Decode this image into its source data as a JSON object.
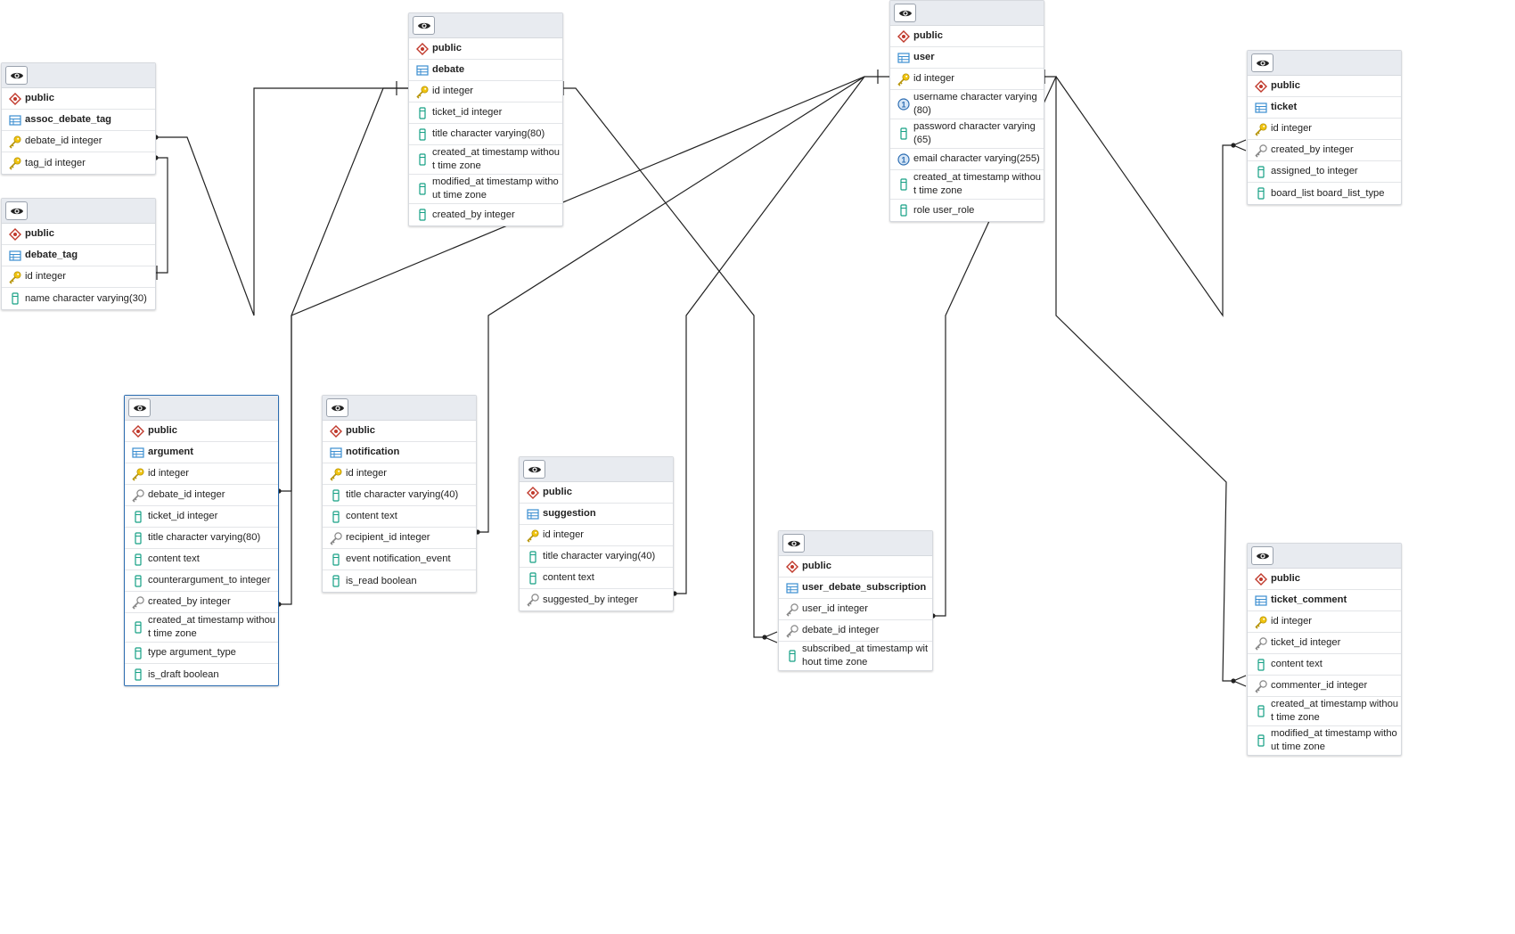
{
  "tables": [
    {
      "id": "assoc_debate_tag",
      "schema": "public",
      "name": "assoc_debate_tag",
      "selected": false,
      "columns": [
        {
          "name": "debate_id integer",
          "kind": "pk"
        },
        {
          "name": "tag_id integer",
          "kind": "pk"
        }
      ]
    },
    {
      "id": "debate_tag",
      "schema": "public",
      "name": "debate_tag",
      "selected": false,
      "columns": [
        {
          "name": "id integer",
          "kind": "pk"
        },
        {
          "name": "name character varying(30)",
          "kind": "col"
        }
      ]
    },
    {
      "id": "debate",
      "schema": "public",
      "name": "debate",
      "selected": false,
      "columns": [
        {
          "name": "id integer",
          "kind": "pk"
        },
        {
          "name": "ticket_id integer",
          "kind": "col"
        },
        {
          "name": "title character varying(80)",
          "kind": "col"
        },
        {
          "name": "created_at timestamp without time zone",
          "kind": "col"
        },
        {
          "name": "modified_at timestamp without time zone",
          "kind": "col"
        },
        {
          "name": "created_by integer",
          "kind": "col"
        }
      ]
    },
    {
      "id": "user",
      "schema": "public",
      "name": "user",
      "selected": false,
      "columns": [
        {
          "name": "id integer",
          "kind": "pk"
        },
        {
          "name": "username character varying(80)",
          "kind": "unique"
        },
        {
          "name": "password character varying(65)",
          "kind": "col"
        },
        {
          "name": "email character varying(255)",
          "kind": "unique"
        },
        {
          "name": "created_at timestamp without time zone",
          "kind": "col"
        },
        {
          "name": "role user_role",
          "kind": "col"
        }
      ]
    },
    {
      "id": "ticket",
      "schema": "public",
      "name": "ticket",
      "selected": false,
      "columns": [
        {
          "name": "id integer",
          "kind": "pk"
        },
        {
          "name": "created_by integer",
          "kind": "fk"
        },
        {
          "name": "assigned_to integer",
          "kind": "col"
        },
        {
          "name": "board_list board_list_type",
          "kind": "col"
        }
      ]
    },
    {
      "id": "argument",
      "schema": "public",
      "name": "argument",
      "selected": true,
      "columns": [
        {
          "name": "id integer",
          "kind": "pk"
        },
        {
          "name": "debate_id integer",
          "kind": "fk"
        },
        {
          "name": "ticket_id integer",
          "kind": "col"
        },
        {
          "name": "title character varying(80)",
          "kind": "col"
        },
        {
          "name": "content text",
          "kind": "col"
        },
        {
          "name": "counterargument_to integer",
          "kind": "col"
        },
        {
          "name": "created_by integer",
          "kind": "fk"
        },
        {
          "name": "created_at timestamp without time zone",
          "kind": "col"
        },
        {
          "name": "type argument_type",
          "kind": "col"
        },
        {
          "name": "is_draft boolean",
          "kind": "col"
        }
      ]
    },
    {
      "id": "notification",
      "schema": "public",
      "name": "notification",
      "selected": false,
      "columns": [
        {
          "name": "id integer",
          "kind": "pk"
        },
        {
          "name": "title character varying(40)",
          "kind": "col"
        },
        {
          "name": "content text",
          "kind": "col"
        },
        {
          "name": "recipient_id integer",
          "kind": "fk"
        },
        {
          "name": "event notification_event",
          "kind": "col"
        },
        {
          "name": "is_read boolean",
          "kind": "col"
        }
      ]
    },
    {
      "id": "suggestion",
      "schema": "public",
      "name": "suggestion",
      "selected": false,
      "columns": [
        {
          "name": "id integer",
          "kind": "pk"
        },
        {
          "name": "title character varying(40)",
          "kind": "col"
        },
        {
          "name": "content text",
          "kind": "col"
        },
        {
          "name": "suggested_by integer",
          "kind": "fk"
        }
      ]
    },
    {
      "id": "user_debate_subscription",
      "schema": "public",
      "name": "user_debate_subscription",
      "selected": false,
      "columns": [
        {
          "name": "user_id integer",
          "kind": "fk"
        },
        {
          "name": "debate_id integer",
          "kind": "fk"
        },
        {
          "name": "subscribed_at timestamp without time zone",
          "kind": "col"
        }
      ]
    },
    {
      "id": "ticket_comment",
      "schema": "public",
      "name": "ticket_comment",
      "selected": false,
      "columns": [
        {
          "name": "id integer",
          "kind": "pk"
        },
        {
          "name": "ticket_id integer",
          "kind": "fk"
        },
        {
          "name": "content text",
          "kind": "col"
        },
        {
          "name": "commenter_id integer",
          "kind": "fk"
        },
        {
          "name": "created_at timestamp without time zone",
          "kind": "col"
        },
        {
          "name": "modified_at timestamp without time zone",
          "kind": "col"
        }
      ]
    }
  ],
  "relations": [
    {
      "from": "assoc_debate_tag.debate_id",
      "to": "debate.id"
    },
    {
      "from": "assoc_debate_tag.tag_id",
      "to": "debate_tag.id"
    },
    {
      "from": "argument.debate_id",
      "to": "debate.id"
    },
    {
      "from": "argument.created_by",
      "to": "user.id"
    },
    {
      "from": "notification.recipient_id",
      "to": "user.id"
    },
    {
      "from": "suggestion.suggested_by",
      "to": "user.id"
    },
    {
      "from": "user_debate_subscription.debate_id",
      "to": "debate.id"
    },
    {
      "from": "user_debate_subscription.user_id",
      "to": "user.id"
    },
    {
      "from": "ticket.created_by",
      "to": "user.id"
    },
    {
      "from": "ticket_comment.commenter_id",
      "to": "user.id"
    }
  ],
  "icons": {
    "schema": "schema-icon",
    "table": "table-icon",
    "pk": "primary-key-icon",
    "fk": "foreign-key-icon",
    "unique": "unique-constraint-icon",
    "col": "column-icon",
    "header": "eye-icon"
  }
}
